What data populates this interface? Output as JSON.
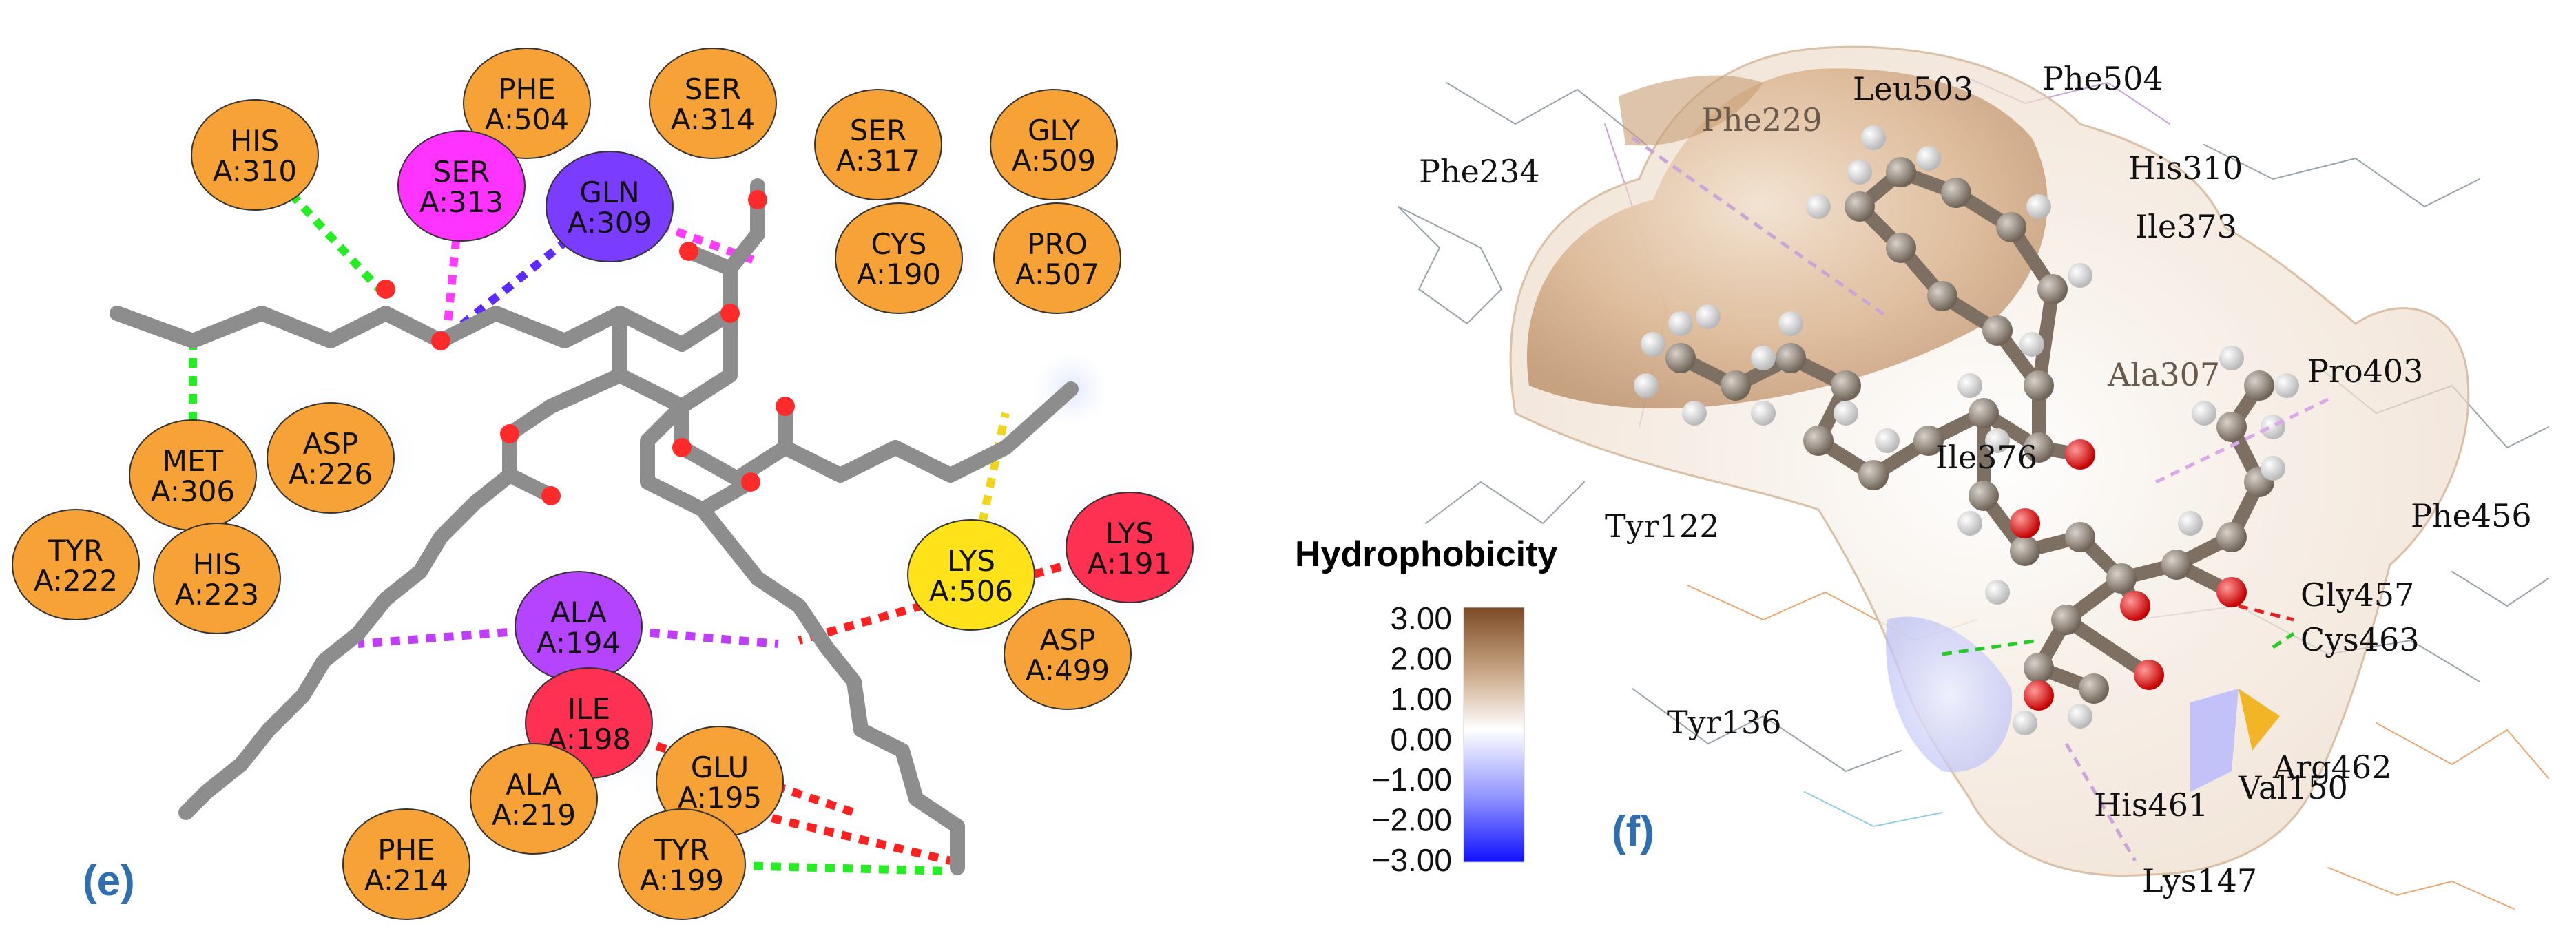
{
  "panels": {
    "left_label": "(e)",
    "right_label": "(f)"
  },
  "colors": {
    "label_blue": "#2d6fb0",
    "residue_orange": "#f7a236",
    "residue_magenta": "#ff33ff",
    "residue_purple": "#b544ff",
    "residue_violet": "#7a3cff",
    "residue_red": "#ff3152",
    "residue_yellow": "#ffe21a",
    "ligand_gray": "#8d8d8d",
    "oxygen_red": "#ff2b2b",
    "hbond_green": "#22ee22",
    "pi_alkyl_purple": "#c03cff",
    "carbon_hbond_magenta": "#ff3cff",
    "pi_sigma_violet": "#5b2bff",
    "unfavorable_red": "#ff2020",
    "pi_sulfur_yellow": "#f2d51a"
  },
  "left_residues": [
    {
      "key": "his310",
      "name": "HIS",
      "id": "A:310",
      "color": "orange"
    },
    {
      "key": "phe504",
      "name": "PHE",
      "id": "A:504",
      "color": "orange"
    },
    {
      "key": "ser314",
      "name": "SER",
      "id": "A:314",
      "color": "orange"
    },
    {
      "key": "ser317",
      "name": "SER",
      "id": "A:317",
      "color": "orange"
    },
    {
      "key": "gly509",
      "name": "GLY",
      "id": "A:509",
      "color": "orange"
    },
    {
      "key": "ser313",
      "name": "SER",
      "id": "A:313",
      "color": "magenta"
    },
    {
      "key": "gln309",
      "name": "GLN",
      "id": "A:309",
      "color": "violet"
    },
    {
      "key": "cys190",
      "name": "CYS",
      "id": "A:190",
      "color": "orange"
    },
    {
      "key": "pro507",
      "name": "PRO",
      "id": "A:507",
      "color": "orange"
    },
    {
      "key": "asp226",
      "name": "ASP",
      "id": "A:226",
      "color": "orange"
    },
    {
      "key": "met306",
      "name": "MET",
      "id": "A:306",
      "color": "orange"
    },
    {
      "key": "tyr222",
      "name": "TYR",
      "id": "A:222",
      "color": "orange"
    },
    {
      "key": "his223",
      "name": "HIS",
      "id": "A:223",
      "color": "orange"
    },
    {
      "key": "ala194",
      "name": "ALA",
      "id": "A:194",
      "color": "purple"
    },
    {
      "key": "lys506",
      "name": "LYS",
      "id": "A:506",
      "color": "yellow"
    },
    {
      "key": "lys191",
      "name": "LYS",
      "id": "A:191",
      "color": "red"
    },
    {
      "key": "asp499",
      "name": "ASP",
      "id": "A:499",
      "color": "orange"
    },
    {
      "key": "ile198",
      "name": "ILE",
      "id": "A:198",
      "color": "red"
    },
    {
      "key": "glu195",
      "name": "GLU",
      "id": "A:195",
      "color": "orange"
    },
    {
      "key": "ala219",
      "name": "ALA",
      "id": "A:219",
      "color": "orange"
    },
    {
      "key": "phe214",
      "name": "PHE",
      "id": "A:214",
      "color": "orange"
    },
    {
      "key": "tyr199",
      "name": "TYR",
      "id": "A:199",
      "color": "orange"
    }
  ],
  "right_labels": [
    {
      "key": "leu503",
      "text": "Leu503"
    },
    {
      "key": "phe504",
      "text": "Phe504"
    },
    {
      "key": "phe229",
      "text": "Phe229"
    },
    {
      "key": "phe234",
      "text": "Phe234"
    },
    {
      "key": "his310",
      "text": "His310"
    },
    {
      "key": "ile373",
      "text": "Ile373"
    },
    {
      "key": "ala307",
      "text": "Ala307"
    },
    {
      "key": "pro403",
      "text": "Pro403"
    },
    {
      "key": "ile376",
      "text": "Ile376"
    },
    {
      "key": "tyr122",
      "text": "Tyr122"
    },
    {
      "key": "phe456",
      "text": "Phe456"
    },
    {
      "key": "gly457",
      "text": "Gly457"
    },
    {
      "key": "cys463",
      "text": "Cys463"
    },
    {
      "key": "tyr136",
      "text": "Tyr136"
    },
    {
      "key": "arg462",
      "text": "Arg462"
    },
    {
      "key": "val150",
      "text": "Val150"
    },
    {
      "key": "his461",
      "text": "His461"
    },
    {
      "key": "lys147",
      "text": "Lys147"
    }
  ],
  "hydrophobicity_legend": {
    "title": "Hydrophobicity",
    "ticks": [
      "3.00",
      "2.00",
      "1.00",
      "0.00",
      "−1.00",
      "−2.00",
      "−3.00"
    ],
    "color_top": "#7b4a25",
    "color_mid": "#ffffff",
    "color_bottom": "#1010ff"
  }
}
